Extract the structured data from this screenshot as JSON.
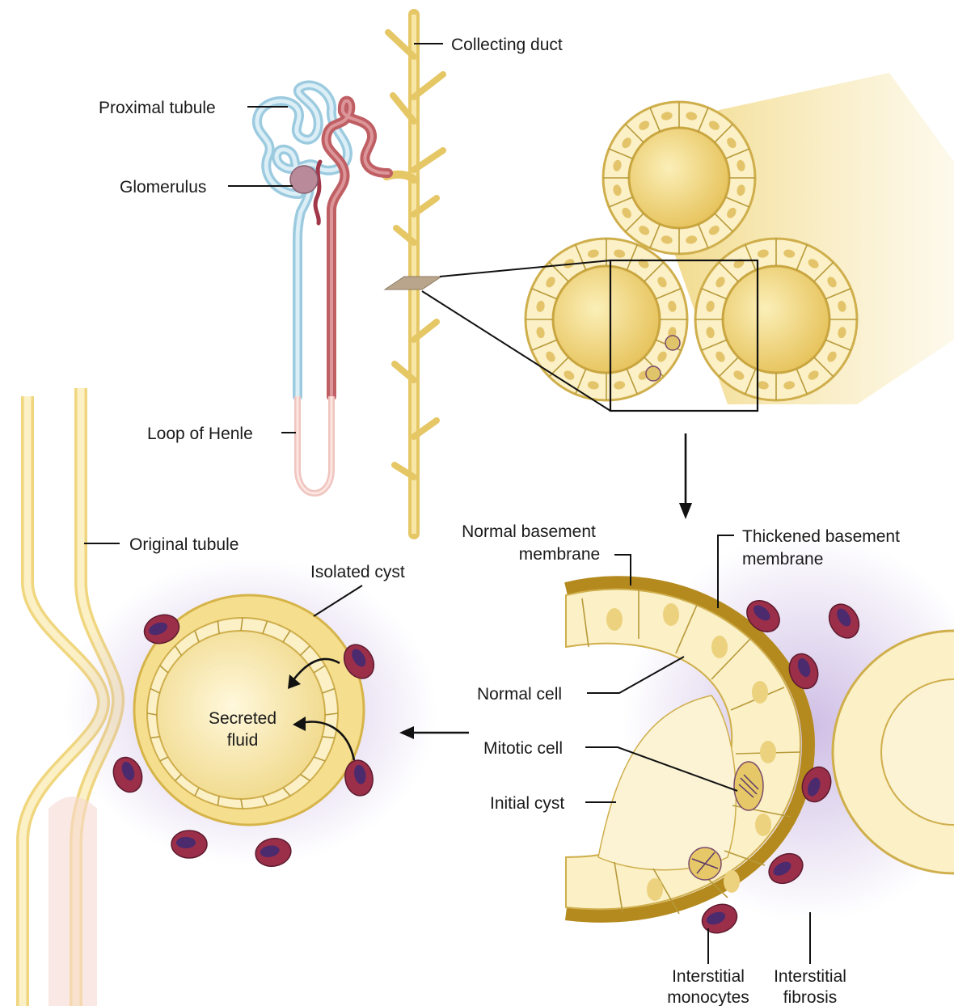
{
  "labels": {
    "collecting_duct": "Collecting duct",
    "proximal_tubule": "Proximal tubule",
    "glomerulus": "Glomerulus",
    "loop_of_henle": "Loop of Henle",
    "original_tubule": "Original tubule",
    "isolated_cyst": "Isolated cyst",
    "secreted_fluid_1": "Secreted",
    "secreted_fluid_2": "fluid",
    "normal_bm_1": "Normal basement",
    "normal_bm_2": "membrane",
    "thickened_bm_1": "Thickened basement",
    "thickened_bm_2": "membrane",
    "normal_cell": "Normal cell",
    "mitotic_cell": "Mitotic cell",
    "initial_cyst": "Initial cyst",
    "interstitial_monocytes_1": "Interstitial",
    "interstitial_monocytes_2": "monocytes",
    "interstitial_fibrosis_1": "Interstitial",
    "interstitial_fibrosis_2": "fibrosis"
  },
  "colors": {
    "tubule_yellow": "#f3dc8c",
    "tubule_dark": "#d9b44a",
    "cell_fill": "#fbf0c6",
    "proximal_blue": "#a9d4e6",
    "distal_red": "#c46a6e",
    "loop_pink": "#f2c9c4",
    "monocyte": "#9b2f4a",
    "monocyte_nucleus": "#4b2a6e",
    "fibrosis": "#cdbfe0",
    "basement_thick": "#b48a1e"
  }
}
